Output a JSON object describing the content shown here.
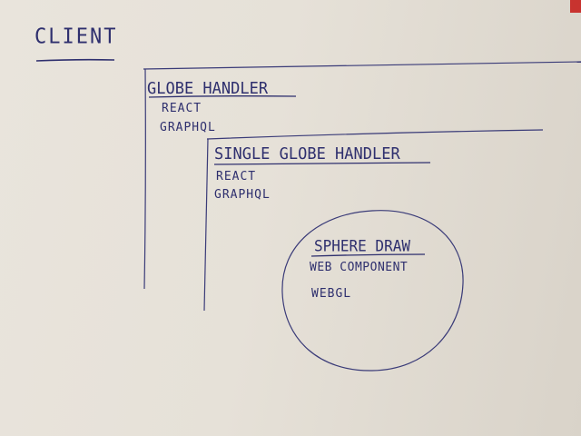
{
  "client": {
    "title": "CLIENT"
  },
  "globe_handler": {
    "title": "GLOBE HANDLER",
    "items": [
      "REACT",
      "GRAPHQL"
    ]
  },
  "single_globe_handler": {
    "title": "SINGLE GLOBE HANDLER",
    "items": [
      "REACT",
      "GRAPHQL"
    ]
  },
  "sphere_draw": {
    "title": "SPHERE DRAW",
    "items": [
      "WEB COMPONENT",
      "WEBGL"
    ]
  },
  "colors": {
    "ink": "#2e2f6e",
    "paper": "#e6e1d9",
    "tab": "#c8332f"
  }
}
